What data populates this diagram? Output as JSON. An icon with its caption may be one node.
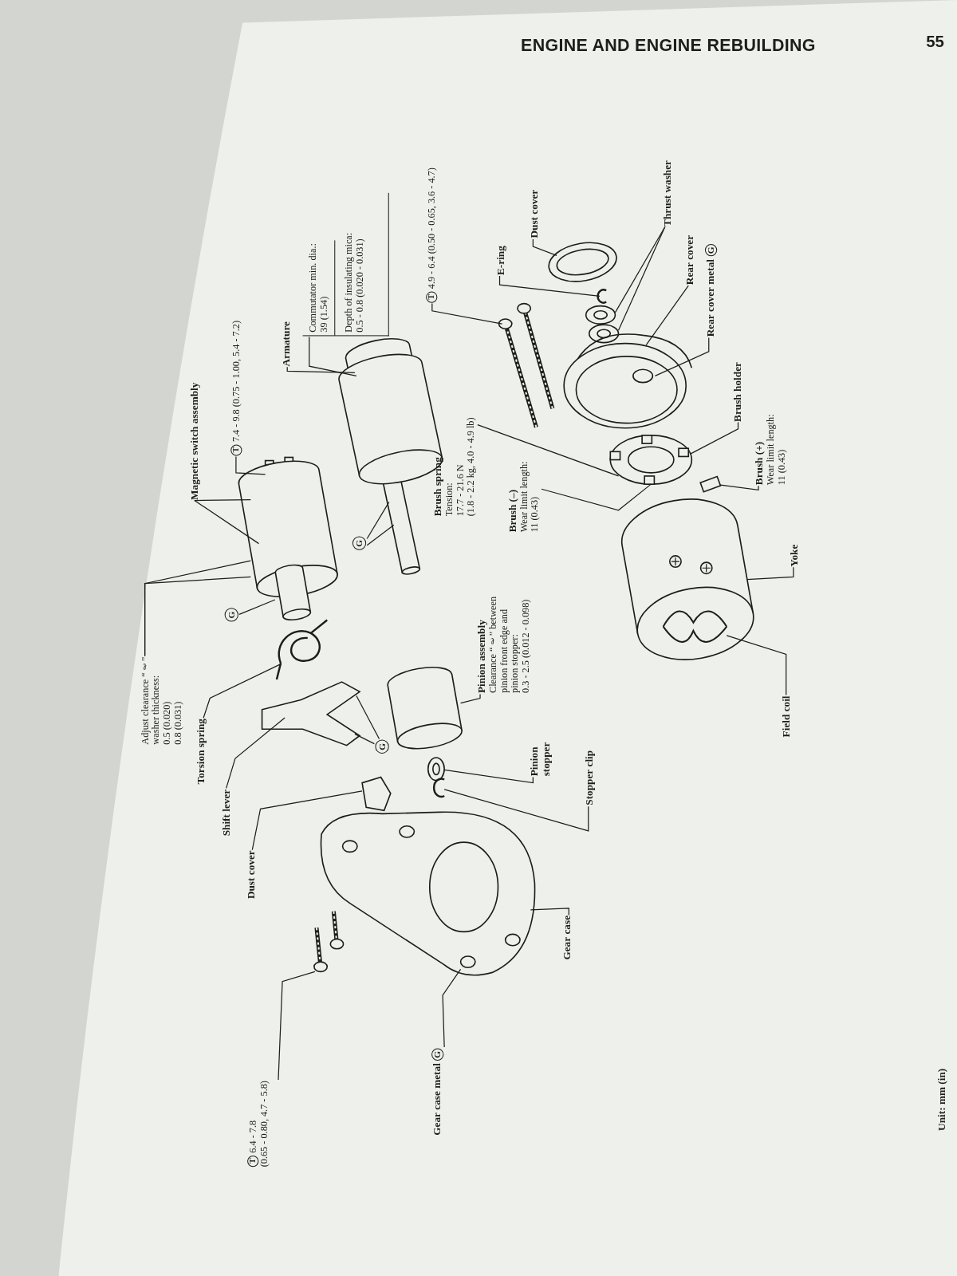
{
  "diagram": {
    "title": "ENGINE AND ENGINE REBUILDING",
    "nodes": [
      {
        "text": [
          "Magnetic switch assembly"
        ]
      },
      {
        "text": [],
        "shape": "picture"
      },
      {
        "text": [
          "T 7.4 - 9.8 (0.75 - 1.00, 5.4 - 7.2)"
        ]
      },
      {
        "text": [
          "Adjust clearance “ℓ” washer thickness:",
          "0.5 (0.020) 0.8 (0.031)"
        ]
      },
      {
        "text": [
          "G"
        ]
      },
      {
        "text": [
          "Torsion spring"
        ]
      },
      {
        "text": [],
        "shape": "picture"
      },
      {
        "text": [
          "Shift lever"
        ]
      },
      {
        "text": [],
        "shape": "picture"
      },
      {
        "text": [
          "G"
        ]
      },
      {
        "text": [
          "Dust cover"
        ]
      },
      {
        "text": [],
        "shape": "picture"
      },
      {
        "text": [
          "T 6.4 - 7.8 (0.65 - 0.80, 4.7 - 5.8)"
        ]
      },
      {
        "text": [],
        "shape": "picture"
      },
      {
        "text": [
          "Gear case metal G"
        ]
      },
      {
        "text": [],
        "shape": "picture"
      },
      {
        "text": [
          "Gear case"
        ]
      },
      {
        "text": [
          "Armature"
        ]
      },
      {
        "text": [],
        "shape": "picture"
      },
      {
        "text": [
          "Commutator min. dia.: 39 (1.54)",
          "Depth of insulating mica: 0.5 - 0.8 (0.020 - 0.031)"
        ]
      },
      {
        "text": [
          "G"
        ]
      },
      {
        "text": [
          "Pinion assembly",
          "Clearance “ℓ” between pinion front edge and pinion stopper: 0.3 - 2.5 (0.012 - 0.098)"
        ]
      },
      {
        "text": [],
        "shape": "cylinder"
      },
      {
        "text": [
          "Pinion stopper"
        ]
      },
      {
        "text": [],
        "shape": "picture"
      },
      {
        "text": [
          "Stopper clip"
        ]
      },
      {
        "text": [],
        "shape": "picture"
      },
      {
        "text": [
          "T 4.9 - 6.4 (0.50 - 0.65, 3.6 - 4.7)"
        ]
      },
      {
        "text": [],
        "shape": "picture"
      },
      {
        "text": [
          "Brush spring",
          "Tension: 17.7 - 21.6 N (1.8 - 2.2 kg, 4.0 - 4.9 lb)"
        ]
      },
      {
        "text": [],
        "shape": "picture"
      },
      {
        "text": [
          "Brush (–)",
          "Wear limit length: 11 (0.43)"
        ]
      },
      {
        "text": [
          "E-ring"
        ]
      },
      {
        "text": [],
        "shape": "picture"
      },
      {
        "text": [
          "Dust cover"
        ]
      },
      {
        "text": [],
        "shape": "picture"
      },
      {
        "text": [
          "Thrust washer"
        ]
      },
      {
        "text": [],
        "shape": "picture"
      },
      {
        "text": [],
        "shape": "picture"
      },
      {
        "text": [
          "Rear cover"
        ]
      },
      {
        "text": [],
        "shape": "picture"
      },
      {
        "text": [
          "Rear cover metal G"
        ]
      },
      {
        "text": [
          "Brush holder"
        ]
      },
      {
        "text": [
          "Brush (+)",
          "Wear limit length: 11 (0.43)"
        ]
      },
      {
        "text": [],
        "shape": "box"
      },
      {
        "text": [
          "Yoke"
        ]
      },
      {
        "text": [],
        "shape": "picture"
      },
      {
        "text": [
          "Field coil"
        ]
      },
      {
        "text": [],
        "shape": "picture"
      }
    ],
    "edges": [
      {
        "from": 0,
        "to": 1,
        "arrow": "none"
      },
      {
        "from": 0,
        "to": 1,
        "arrow": "none"
      },
      {
        "from": 2,
        "to": 1,
        "arrow": "none"
      },
      {
        "from": 3,
        "to": 1,
        "arrow": "none"
      },
      {
        "from": 3,
        "to": 1,
        "arrow": "none"
      },
      {
        "from": 4,
        "to": 1,
        "arrow": "none"
      },
      {
        "from": 5,
        "to": 6,
        "arrow": "none"
      },
      {
        "from": 7,
        "to": 8,
        "arrow": "none"
      },
      {
        "from": 9,
        "to": 8,
        "arrow": "none"
      },
      {
        "from": 9,
        "to": 8,
        "arrow": "none"
      },
      {
        "from": 10,
        "to": 11,
        "arrow": "none"
      },
      {
        "from": 12,
        "to": 13,
        "arrow": "none"
      },
      {
        "from": 14,
        "to": 15,
        "arrow": "none"
      },
      {
        "from": 16,
        "to": 15,
        "arrow": "none"
      },
      {
        "from": 17,
        "to": 18,
        "arrow": "none"
      },
      {
        "from": 19,
        "to": 18,
        "arrow": "none"
      },
      {
        "from": 20,
        "to": 18,
        "arrow": "none"
      },
      {
        "from": 20,
        "to": 18,
        "arrow": "none"
      },
      {
        "from": 21,
        "to": 22,
        "arrow": "none"
      },
      {
        "from": 23,
        "to": 24,
        "arrow": "none"
      },
      {
        "from": 25,
        "to": 26,
        "arrow": "none"
      },
      {
        "from": 27,
        "to": 28,
        "arrow": "none"
      },
      {
        "from": 29,
        "to": 30,
        "arrow": "none"
      },
      {
        "from": 31,
        "to": 30,
        "arrow": "none"
      },
      {
        "from": 32,
        "to": 33,
        "arrow": "none"
      },
      {
        "from": 34,
        "to": 35,
        "arrow": "none"
      },
      {
        "from": 36,
        "to": 37,
        "arrow": "none"
      },
      {
        "from": 36,
        "to": 38,
        "arrow": "none"
      },
      {
        "from": 39,
        "to": 40,
        "arrow": "none"
      },
      {
        "from": 41,
        "to": 40,
        "arrow": "none"
      },
      {
        "from": 42,
        "to": 30,
        "arrow": "none"
      },
      {
        "from": 43,
        "to": 44,
        "arrow": "none"
      },
      {
        "from": 45,
        "to": 46,
        "arrow": "none"
      },
      {
        "from": 47,
        "to": 48,
        "arrow": "none"
      }
    ],
    "labels": [
      "55",
      "Unit: mm (in)"
    ]
  }
}
